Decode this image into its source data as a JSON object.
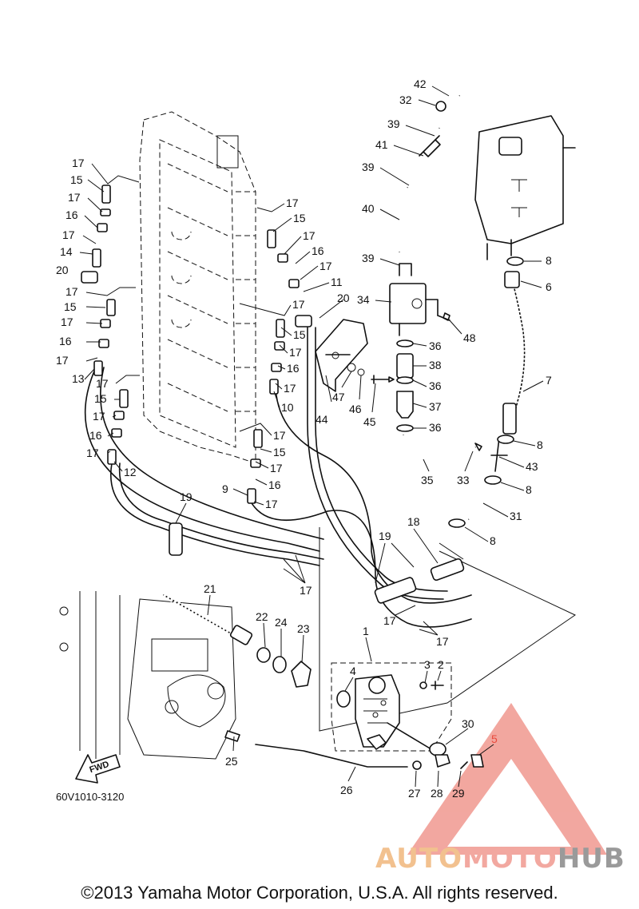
{
  "diagram": {
    "ref_code": "60V1010-3120",
    "fwd_label": "FWD",
    "copyright": "©2013 Yamaha Motor Corporation, U.S.A. All rights reserved.",
    "watermark": {
      "part1": "AUTO",
      "part2": "MOTO",
      "part3": "HUB"
    },
    "colors": {
      "line": "#111111",
      "watermark_red": "#e84a3c",
      "watermark_orange": "#f2c18f"
    },
    "callouts": [
      {
        "id": "c42",
        "label": "42"
      },
      {
        "id": "c32",
        "label": "32"
      },
      {
        "id": "c39a",
        "label": "39"
      },
      {
        "id": "c41",
        "label": "41"
      },
      {
        "id": "c39b",
        "label": "39"
      },
      {
        "id": "c40",
        "label": "40"
      },
      {
        "id": "c39c",
        "label": "39"
      },
      {
        "id": "c34",
        "label": "34"
      },
      {
        "id": "c48",
        "label": "48"
      },
      {
        "id": "c36a",
        "label": "36"
      },
      {
        "id": "c38",
        "label": "38"
      },
      {
        "id": "c36b",
        "label": "36"
      },
      {
        "id": "c37",
        "label": "37"
      },
      {
        "id": "c36c",
        "label": "36"
      },
      {
        "id": "c35",
        "label": "35"
      },
      {
        "id": "c33",
        "label": "33"
      },
      {
        "id": "c8a",
        "label": "8"
      },
      {
        "id": "c6",
        "label": "6"
      },
      {
        "id": "c7",
        "label": "7"
      },
      {
        "id": "c8b",
        "label": "8"
      },
      {
        "id": "c43",
        "label": "43"
      },
      {
        "id": "c8c",
        "label": "8"
      },
      {
        "id": "c31",
        "label": "31"
      },
      {
        "id": "c8d",
        "label": "8"
      },
      {
        "id": "c20a",
        "label": "20"
      },
      {
        "id": "c44",
        "label": "44"
      },
      {
        "id": "c47",
        "label": "47"
      },
      {
        "id": "c46",
        "label": "46"
      },
      {
        "id": "c45",
        "label": "45"
      },
      {
        "id": "c17a",
        "label": "17"
      },
      {
        "id": "c15a",
        "label": "15"
      },
      {
        "id": "c17b",
        "label": "17"
      },
      {
        "id": "c16a",
        "label": "16"
      },
      {
        "id": "c17c",
        "label": "17"
      },
      {
        "id": "c14",
        "label": "14"
      },
      {
        "id": "c20b",
        "label": "20"
      },
      {
        "id": "c17d",
        "label": "17"
      },
      {
        "id": "c15b",
        "label": "15"
      },
      {
        "id": "c17e",
        "label": "17"
      },
      {
        "id": "c16b",
        "label": "16"
      },
      {
        "id": "c17f",
        "label": "17"
      },
      {
        "id": "c13",
        "label": "13"
      },
      {
        "id": "c17g",
        "label": "17"
      },
      {
        "id": "c15c",
        "label": "15"
      },
      {
        "id": "c17h",
        "label": "17"
      },
      {
        "id": "c16c",
        "label": "16"
      },
      {
        "id": "c17i",
        "label": "17"
      },
      {
        "id": "c12",
        "label": "12"
      },
      {
        "id": "c17j",
        "label": "17"
      },
      {
        "id": "c15d",
        "label": "15"
      },
      {
        "id": "c17k",
        "label": "17"
      },
      {
        "id": "c16d",
        "label": "16"
      },
      {
        "id": "c17l",
        "label": "17"
      },
      {
        "id": "c11",
        "label": "11"
      },
      {
        "id": "c17m",
        "label": "17"
      },
      {
        "id": "c15e",
        "label": "15"
      },
      {
        "id": "c17n",
        "label": "17"
      },
      {
        "id": "c16e",
        "label": "16"
      },
      {
        "id": "c17o",
        "label": "17"
      },
      {
        "id": "c10",
        "label": "10"
      },
      {
        "id": "c17p",
        "label": "17"
      },
      {
        "id": "c15f",
        "label": "15"
      },
      {
        "id": "c17q",
        "label": "17"
      },
      {
        "id": "c16f",
        "label": "16"
      },
      {
        "id": "c9",
        "label": "9"
      },
      {
        "id": "c17r",
        "label": "17"
      },
      {
        "id": "c19a",
        "label": "19"
      },
      {
        "id": "c19b",
        "label": "19"
      },
      {
        "id": "c18",
        "label": "18"
      },
      {
        "id": "c17s",
        "label": "17"
      },
      {
        "id": "c17t",
        "label": "17"
      },
      {
        "id": "c17u",
        "label": "17"
      },
      {
        "id": "c21",
        "label": "21"
      },
      {
        "id": "c22",
        "label": "22"
      },
      {
        "id": "c24",
        "label": "24"
      },
      {
        "id": "c23",
        "label": "23"
      },
      {
        "id": "c1",
        "label": "1"
      },
      {
        "id": "c4",
        "label": "4"
      },
      {
        "id": "c3",
        "label": "3"
      },
      {
        "id": "c2",
        "label": "2"
      },
      {
        "id": "c30",
        "label": "30"
      },
      {
        "id": "c5",
        "label": "5"
      },
      {
        "id": "c25",
        "label": "25"
      },
      {
        "id": "c26",
        "label": "26"
      },
      {
        "id": "c27",
        "label": "27"
      },
      {
        "id": "c28",
        "label": "28"
      },
      {
        "id": "c29",
        "label": "29"
      }
    ]
  }
}
